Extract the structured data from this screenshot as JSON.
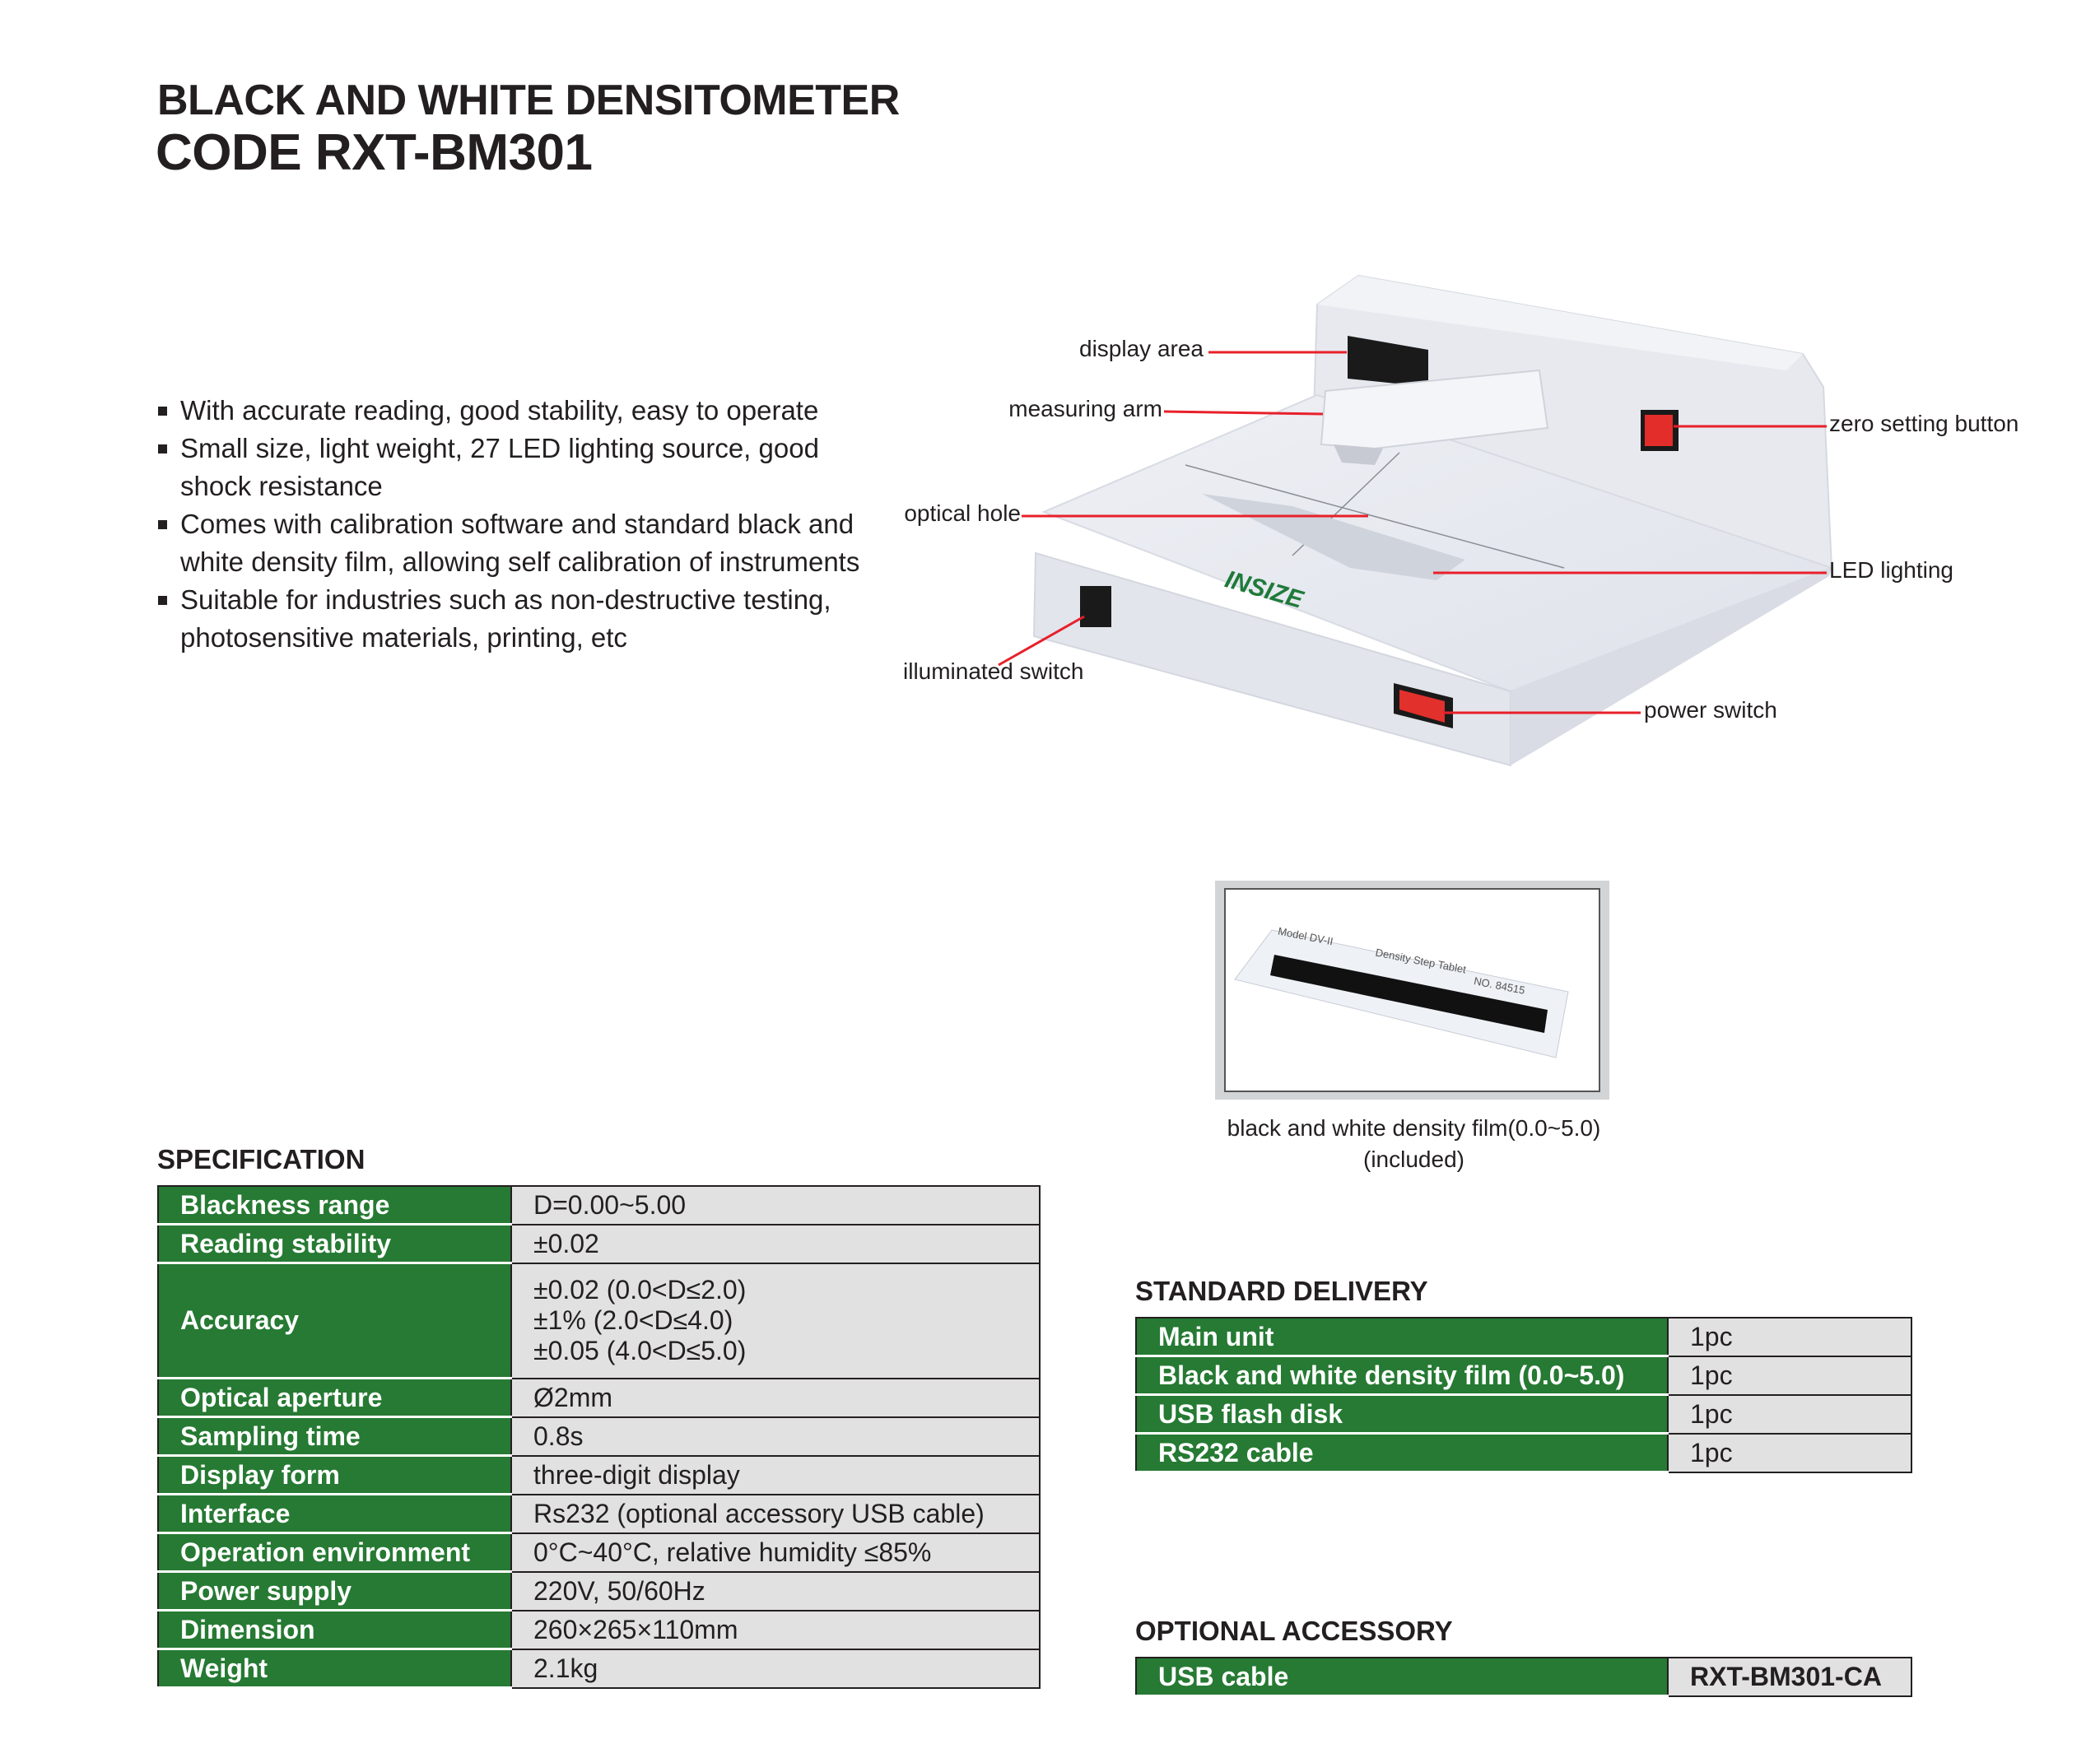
{
  "title": {
    "line1": "BLACK AND WHITE DENSITOMETER",
    "line2": "CODE RXT-BM301"
  },
  "features": [
    "With accurate reading, good stability, easy to operate",
    "Small size, light weight, 27 LED lighting source, good shock resistance",
    "Comes with calibration software and standard black and white density film, allowing self calibration of instruments",
    "Suitable for industries such as non-destructive testing, photosensitive materials, printing, etc"
  ],
  "device_labels": {
    "display_area": "display area",
    "measuring_arm": "measuring arm",
    "optical_hole": "optical hole",
    "illuminated_switch": "illuminated switch",
    "zero_setting_button": "zero setting button",
    "led_lighting": "LED lighting",
    "power_switch": "power switch"
  },
  "brand_logo": "INSIZE",
  "film": {
    "caption_line1": "black and white density film(0.0~5.0)",
    "caption_line2": "(included)",
    "tablet_text": "Density Step Tablet",
    "model_text": "Model DV-II",
    "no_text": "NO. 84515"
  },
  "specification": {
    "heading": "SPECIFICATION",
    "rows": [
      {
        "key": "Blackness range",
        "value": "D=0.00~5.00"
      },
      {
        "key": "Reading stability",
        "value": "±0.02"
      },
      {
        "key": "Accuracy",
        "lines": [
          "±0.02 (0.0<D≤2.0)",
          "±1% (2.0<D≤4.0)",
          "±0.05 (4.0<D≤5.0)"
        ]
      },
      {
        "key": "Optical aperture",
        "value": "Ø2mm"
      },
      {
        "key": "Sampling time",
        "value": "0.8s"
      },
      {
        "key": "Display form",
        "value": "three-digit display"
      },
      {
        "key": "Interface",
        "value": "Rs232 (optional accessory USB cable)"
      },
      {
        "key": "Operation environment",
        "value": "0°C~40°C, relative humidity ≤85%"
      },
      {
        "key": "Power supply",
        "value": "220V, 50/60Hz"
      },
      {
        "key": "Dimension",
        "value": "260×265×110mm"
      },
      {
        "key": "Weight",
        "value": "2.1kg"
      }
    ]
  },
  "standard_delivery": {
    "heading": "STANDARD DELIVERY",
    "rows": [
      {
        "key": "Main unit",
        "value": "1pc"
      },
      {
        "key": "Black and white density film (0.0~5.0)",
        "value": "1pc"
      },
      {
        "key": "USB flash disk",
        "value": "1pc"
      },
      {
        "key": "RS232 cable",
        "value": "1pc"
      }
    ]
  },
  "optional_accessory": {
    "heading": "OPTIONAL ACCESSORY",
    "rows": [
      {
        "key": "USB cable",
        "value": "RXT-BM301-CA"
      }
    ]
  },
  "colors": {
    "green": "#267a33",
    "gray": "#e1e1e1",
    "red": "#e8202a"
  }
}
